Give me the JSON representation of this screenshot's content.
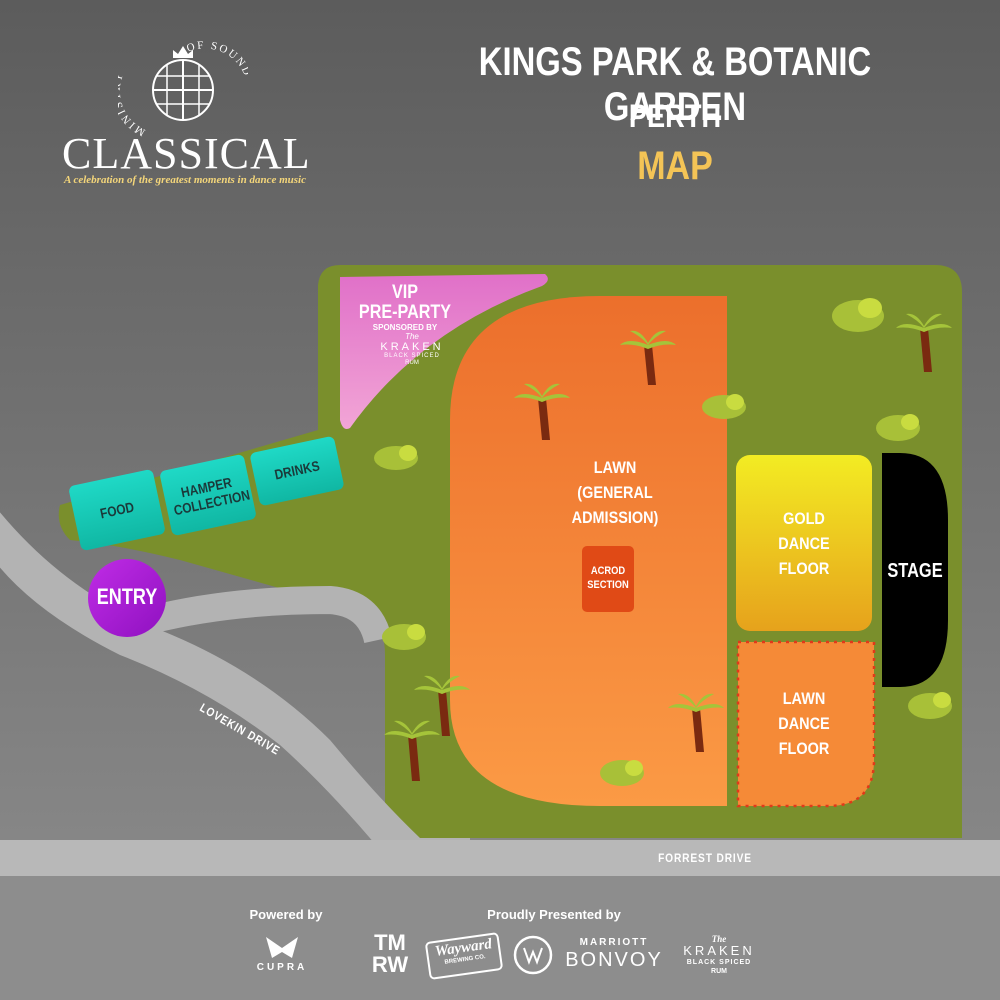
{
  "header": {
    "logo": {
      "arc_left": "MINISTRY",
      "arc_right": "OF SOUND",
      "wordmark": "CLASSICAL",
      "tagline": "A celebration of the greatest moments in dance music"
    },
    "title": "KINGS PARK & BOTANIC GARDEN",
    "city": "PERTH",
    "subtitle": "MAP"
  },
  "map": {
    "vip": {
      "title_line1": "VIP",
      "title_line2": "PRE-PARTY",
      "sponsored_by": "SPONSORED BY",
      "sponsor_the": "The",
      "sponsor_name": "KRAKEN",
      "sponsor_sub": "BLACK SPICED",
      "sponsor_rum": "RUM"
    },
    "food": "FOOD",
    "hamper_line1": "HAMPER",
    "hamper_line2": "COLLECTION",
    "drinks": "DRINKS",
    "entry": "ENTRY",
    "lawn_line1": "LAWN",
    "lawn_line2": "(GENERAL",
    "lawn_line3": "ADMISSION)",
    "acrod_line1": "ACROD",
    "acrod_line2": "SECTION",
    "gold_line1": "GOLD",
    "gold_line2": "DANCE",
    "gold_line3": "FLOOR",
    "lawn_dance_line1": "LAWN",
    "lawn_dance_line2": "DANCE",
    "lawn_dance_line3": "FLOOR",
    "stage": "STAGE",
    "road_lovekin": "LOVEKIN DRIVE",
    "road_forrest": "FORREST DRIVE"
  },
  "footer": {
    "powered_by": "Powered by",
    "presented_by": "Proudly Presented by",
    "cupra": "CUPRA",
    "tmrw_top": "TM",
    "tmrw_bottom": "RW",
    "wayward": "Wayward",
    "wayward_sub": "BREWING CO.",
    "marriott": "MARRIOTT",
    "bonvoy": "BONVOY",
    "kraken_the": "The",
    "kraken_name": "KRAKEN",
    "kraken_sub": "BLACK SPICED",
    "kraken_rum": "RUM"
  },
  "colors": {
    "grass": "#7a8f2c",
    "lawn": "#f07f2f",
    "gold": "#efc21e",
    "stage": "#000000",
    "entry": "#a51ad1",
    "service_box": "#1bcbb8",
    "vip": "#e58fd0",
    "accent_title": "#f4c456"
  }
}
